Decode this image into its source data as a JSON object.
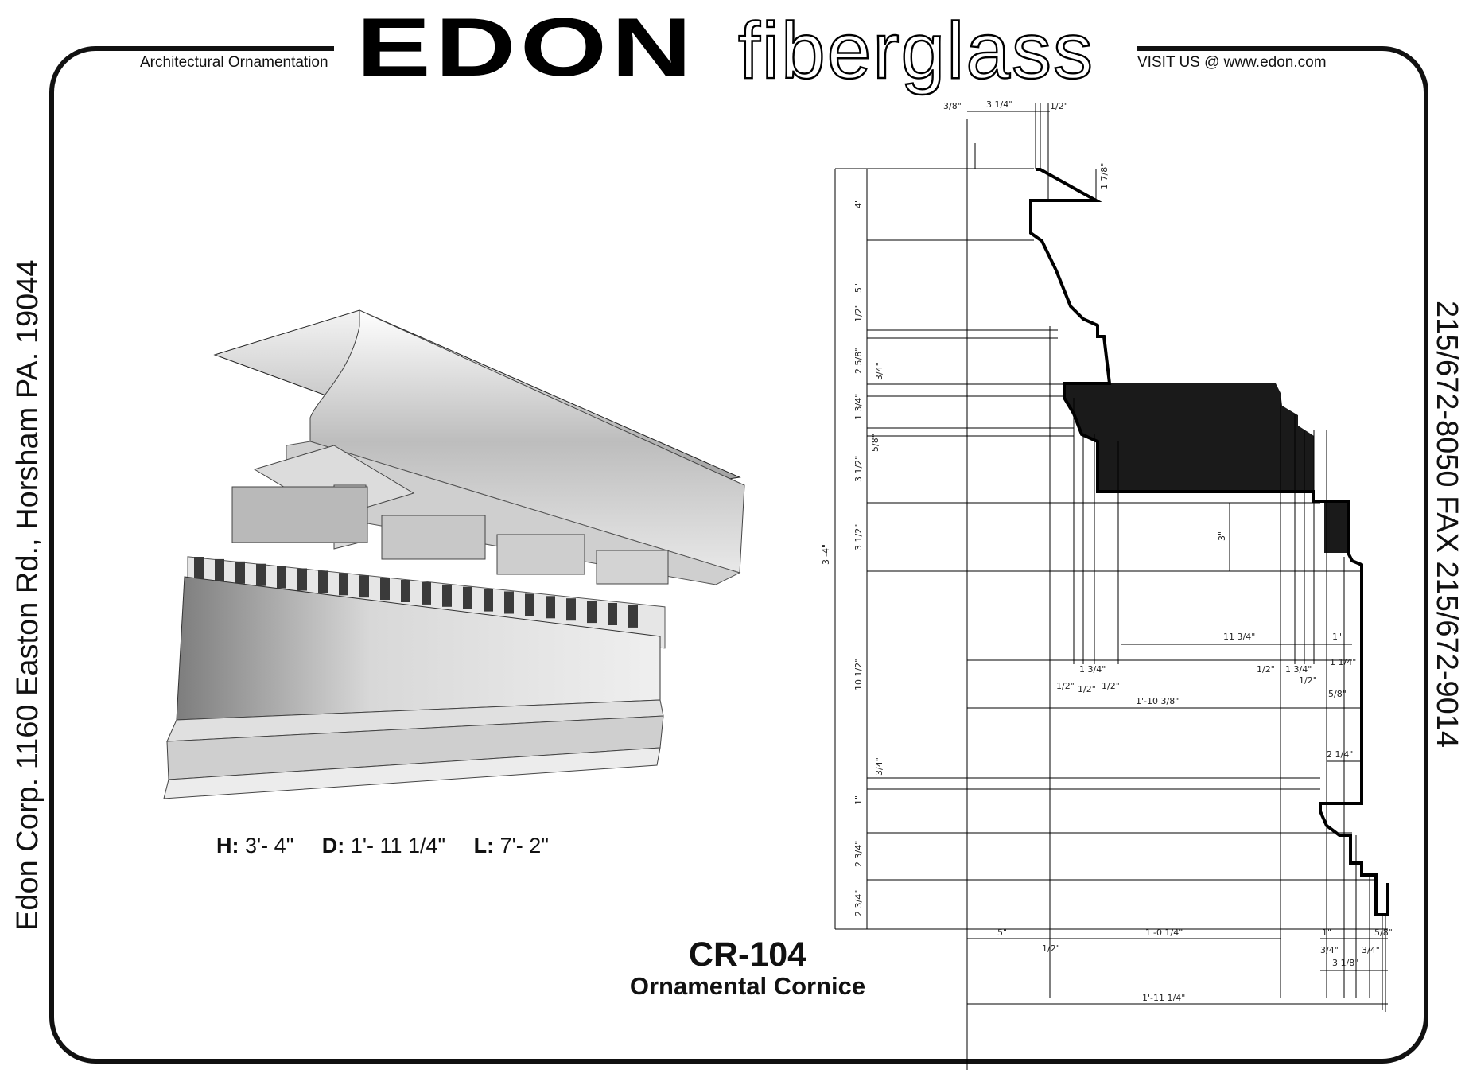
{
  "header": {
    "tagline": "Architectural Ornamentation",
    "brand_edon": "EDON",
    "brand_fiberglass": "fiberglass",
    "visit": "VISIT US @ www.edon.com"
  },
  "sidebar_left": {
    "address": "Edon Corp.  1160 Easton Rd., Horsham PA. 19044"
  },
  "sidebar_right": {
    "phone": "215/672-8050  FAX 215/672-9014"
  },
  "product": {
    "code": "CR-104",
    "name": "Ornamental Cornice",
    "height_label": "H:",
    "height_value": "3'- 4\"",
    "depth_label": "D:",
    "depth_value": "1'- 11 1/4\"",
    "length_label": "L:",
    "length_value": "7'- 2\""
  },
  "drawing": {
    "top_dims": [
      "3/8\"",
      "3 1/4\"",
      "1/2\"",
      "1 7/8\""
    ],
    "left_dims": [
      "4\"",
      "5\"",
      "1/2\"",
      "2 5/8\"",
      "3/4\"",
      "1 3/4\"",
      "5/8\"",
      "3 1/2\"",
      "3 1/2\"",
      "10 1/2\"",
      "3/4\"",
      "1\"",
      "2 3/4\"",
      "2 3/4\""
    ],
    "overall_height": "3'-4\"",
    "inner_dims": [
      "3\"",
      "11 3/4\"",
      "1\"",
      "1 3/4\"",
      "1/2\"",
      "1/2\"",
      "1/2\"",
      "1/2\"",
      "1 3/4\"",
      "1/2\"",
      "1 1/4\"",
      "5/8\"",
      "1'-10 3/8\"",
      "2 1/4\""
    ],
    "bottom_dims": [
      "5\"",
      "1/2\"",
      "1'-0 1/4\"",
      "1\"",
      "3/4\"",
      "3/4\"",
      "5/8\"",
      "3 1/8\"",
      "1'-11 1/4\""
    ]
  }
}
